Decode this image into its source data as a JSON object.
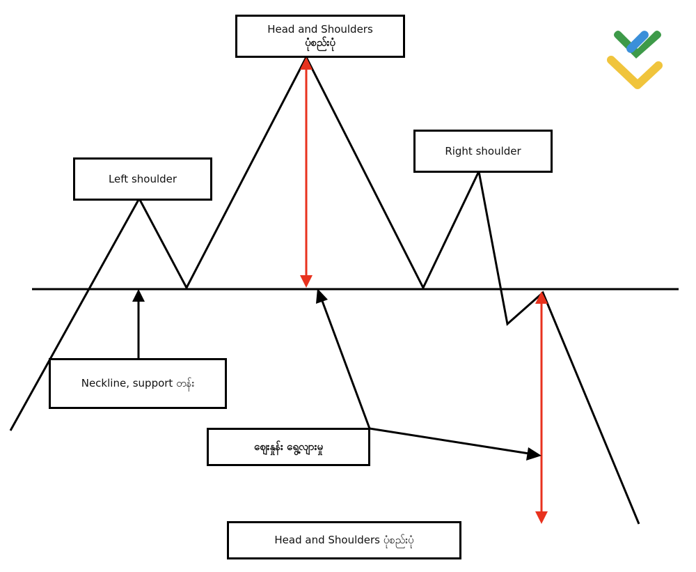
{
  "labels": {
    "title_top_line1": "Head and Shoulders",
    "title_top_line2": "ပုံစည်းပုံ",
    "left_shoulder": "Left shoulder",
    "right_shoulder": "Right shoulder",
    "neckline": "Neckline, support တန်း",
    "price_target": "ဈေးနှုန်း ရွေ့လျားမှု",
    "caption": "Head and Shoulders ပုံစည်းပုံ"
  },
  "colors": {
    "line": "#000000",
    "arrow_red": "#e8321e",
    "logo_green": "#3e9a49",
    "logo_blue": "#3b8fd9",
    "logo_yellow": "#f0c43c"
  },
  "icons": {
    "logo": "brand-logo-icon"
  }
}
